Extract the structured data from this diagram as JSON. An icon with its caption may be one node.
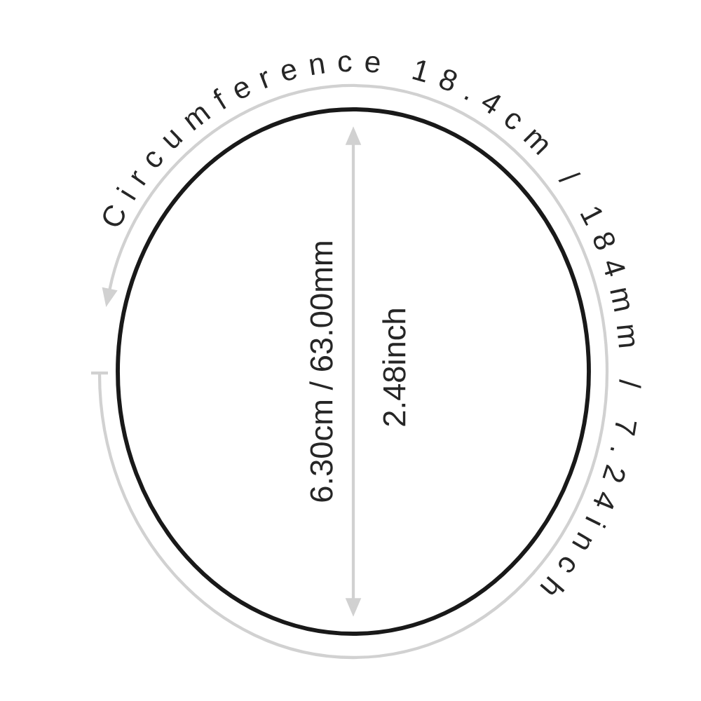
{
  "diagram": {
    "labels": [
      "Circumference 18.4cm / 184mm / 7.24inch",
      "6.30cm / 63.00mm",
      "2.48inch"
    ]
  }
}
